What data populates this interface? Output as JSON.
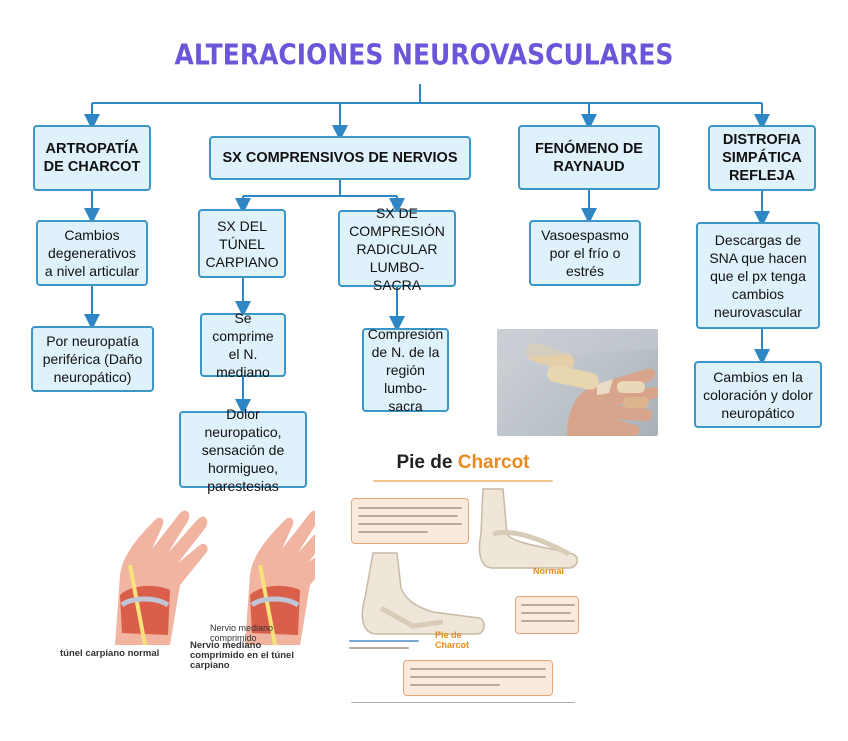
{
  "title": "ALTERACIONES NEUROVASCULARES",
  "colors": {
    "title": "#6b55d9",
    "box_fill": "#dff1fa",
    "box_border": "#3c96c8",
    "connector": "#2f86c4",
    "charcot_accent": "#e88a1f"
  },
  "columns": {
    "charcot": {
      "heading": "ARTROPATÍA DE CHARCOT",
      "step1": "Cambios degenerativos a nivel articular",
      "step2": "Por neuropatía periférica (Daño neuropático)"
    },
    "nerves": {
      "heading": "SX COMPRENSIVOS DE NERVIOS",
      "carpal": {
        "heading": "SX DEL TÚNEL CARPIANO",
        "step1": "Se comprime el N. mediano",
        "step2": "Dolor neuropatico, sensación de hormigueo, parestesias"
      },
      "lumbo": {
        "heading": "SX DE COMPRESIÓN RADICULAR LUMBO-SACRA",
        "step1": "Compresión de N. de la región lumbo-sacra"
      }
    },
    "raynaud": {
      "heading": "FENÓMENO DE RAYNAUD",
      "step1": "Vasoespasmo por el frío o estrés"
    },
    "distrofia": {
      "heading": "DISTROFIA SIMPÁTICA REFLEJA",
      "step1": "Descargas de SNA que hacen que el px tenga cambios neurovascular",
      "step2": "Cambios en la coloración y dolor neuropático"
    }
  },
  "carpal_figure": {
    "caption_left": "túnel carpiano normal",
    "caption_right": "Nervio mediano comprimido en el túnel carpiano",
    "label_nerve": "Nervio mediano comprimido"
  },
  "charcot_figure": {
    "title_main": "Pie de ",
    "title_accent": "Charcot",
    "label_normal": "Normal",
    "label_charcot": "Pie de Charcot"
  }
}
